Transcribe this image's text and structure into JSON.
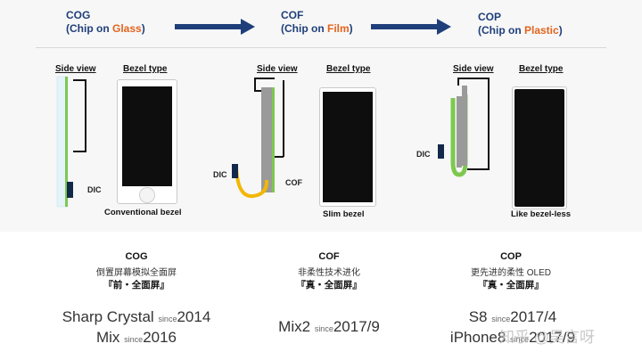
{
  "headers": [
    {
      "abbr": "COG",
      "paren_open": "(Chip on ",
      "highlight": "Glass",
      "paren_close": ")"
    },
    {
      "abbr": "COF",
      "paren_open": "(Chip on ",
      "highlight": "Film",
      "paren_close": ")"
    },
    {
      "abbr": "COP",
      "paren_open": "(Chip on ",
      "highlight": "Plastic",
      "paren_close": ")"
    }
  ],
  "panel_headers": {
    "side_view": "Side view",
    "bezel_type": "Bezel type"
  },
  "side_labels": {
    "dic": "DIC",
    "cof": "COF"
  },
  "bezel_captions": [
    "Conventional bezel",
    "Slim bezel",
    "Like bezel-less"
  ],
  "columns": [
    {
      "title": "COG",
      "subtitle": "倒置屏幕模拟全面屏",
      "badge": "『前・全面屏』"
    },
    {
      "title": "COF",
      "subtitle": "非柔性技术进化",
      "badge": "『真・全面屏』"
    },
    {
      "title": "COP",
      "subtitle": "更先进的柔性 OLED",
      "badge": "『真・全面屏』"
    }
  ],
  "phones": {
    "col1": [
      {
        "name": "Sharp Crystal",
        "since_word": "since",
        "date": "2014"
      },
      {
        "name": "Mix",
        "since_word": "since",
        "date": "2016"
      }
    ],
    "col2": [
      {
        "name": "Mix2",
        "since_word": "since",
        "date": "2017/9"
      }
    ],
    "col3": [
      {
        "name": "S8",
        "since_word": "since",
        "date": "2017/4"
      },
      {
        "name": "iPhone8",
        "since_word": "since",
        "date": "2017/9"
      }
    ]
  },
  "watermark": "知乎 @吴言呀",
  "colors": {
    "navy": "#1f3f7a",
    "orange": "#e2641e",
    "green": "#7ec850",
    "yellow": "#f2b705",
    "gray": "#9a9a9a"
  }
}
